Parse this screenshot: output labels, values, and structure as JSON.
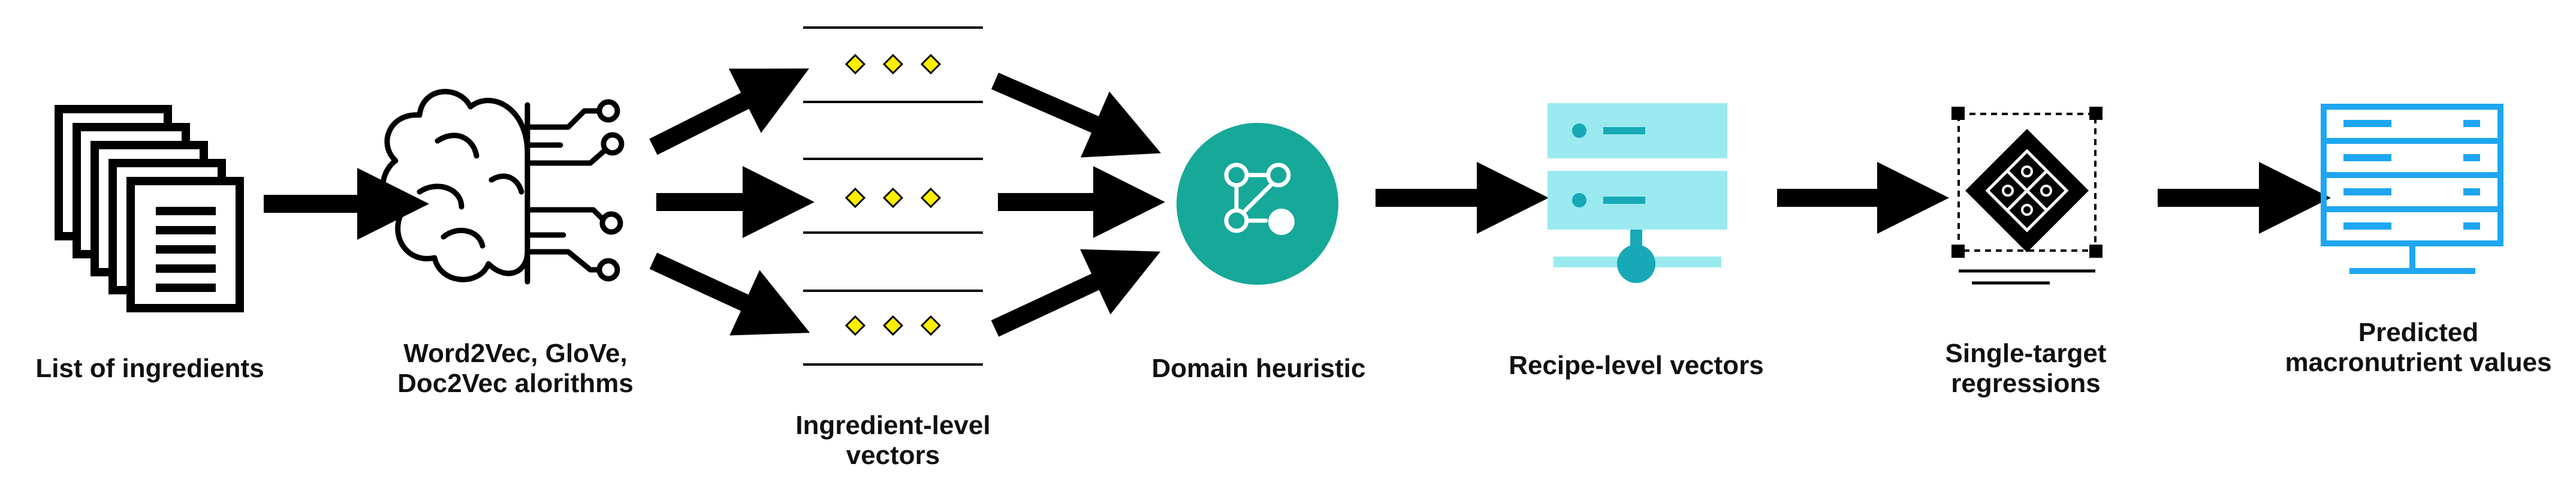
{
  "colors": {
    "ink": "#000000",
    "accent_teal": "#16a899",
    "light_teal": "#9aeaf0",
    "mid_teal": "#18a9b6",
    "bright_blue": "#1fa6f0",
    "diamond_yellow": "#ffee00"
  },
  "icons": {
    "documents": "stacked-documents-icon",
    "brain": "circuit-brain-icon",
    "heuristic": "branch-node-icon",
    "recipe_vectors": "server-stack-icon",
    "regression": "diamond-target-icon",
    "predicted": "rack-server-icon"
  },
  "steps": [
    {
      "id": "list-of-ingredients",
      "lines": [
        "List of ingredients"
      ]
    },
    {
      "id": "embedding-algorithms",
      "lines": [
        "Word2Vec, GloVe,",
        "Doc2Vec alorithms"
      ]
    },
    {
      "id": "ingredient-level-vectors",
      "lines": [
        "Ingredient-level",
        "vectors"
      ]
    },
    {
      "id": "domain-heuristic",
      "lines": [
        "Domain heuristic"
      ]
    },
    {
      "id": "recipe-level-vectors",
      "lines": [
        "Recipe-level vectors"
      ]
    },
    {
      "id": "single-target-regressions",
      "lines": [
        "Single-target",
        "regressions"
      ]
    },
    {
      "id": "predicted-macronutrient-values",
      "lines": [
        "Predicted",
        "macronutrient values"
      ]
    }
  ]
}
